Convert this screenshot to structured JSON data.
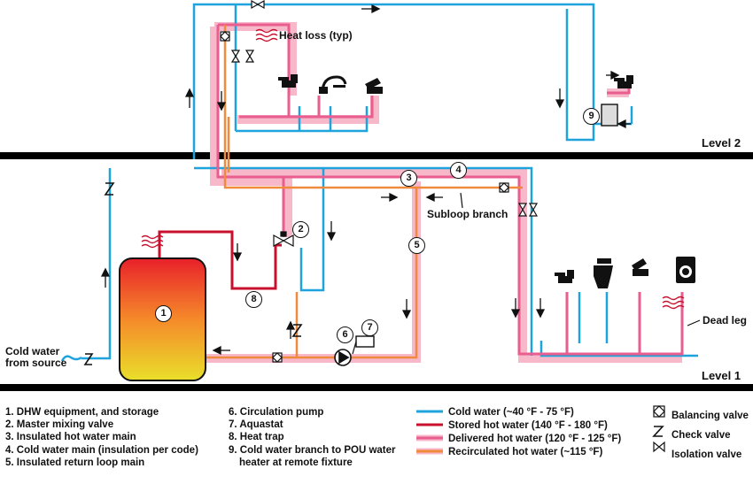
{
  "labels": {
    "heat_loss": "Heat loss (typ)",
    "subloop_branch": "Subloop branch",
    "dead_leg": "Dead leg",
    "cold_water_source_line1": "Cold water",
    "cold_water_source_line2": "from source",
    "level_2": "Level 2",
    "level_1": "Level 1"
  },
  "callouts": [
    "1",
    "2",
    "3",
    "4",
    "5",
    "6",
    "7",
    "8",
    "9"
  ],
  "legend_components": [
    "1. DHW equipment, and storage",
    "2. Master mixing valve",
    "3. Insulated hot water main",
    "4. Cold water main (insulation per code)",
    "5. Insulated return loop main",
    "6. Circulation pump",
    "7. Aquastat",
    "8. Heat trap",
    "9. Cold water branch to POU water",
    "heater at remote fixture"
  ],
  "legend_pipes": [
    {
      "label": "Cold water (~40 °F - 75 °F)",
      "color": "#1ea3dc"
    },
    {
      "label": "Stored hot water (140 °F - 180 °F)",
      "color": "#c8102e"
    },
    {
      "label": "Delivered hot water (120 °F - 125 °F)",
      "color": "#ea5d8f"
    },
    {
      "label": "Recirculated hot water (~115 °F)",
      "color": "#f08a3c"
    }
  ],
  "legend_symbols": [
    {
      "label": "Balancing valve",
      "icon": "balancing-valve"
    },
    {
      "label": "Check valve",
      "icon": "check-valve"
    },
    {
      "label": "Isolation valve",
      "icon": "isolation-valve"
    }
  ],
  "colors": {
    "cold": "#1ea3dc",
    "stored": "#c8102e",
    "delivered": "#ea5d8f",
    "recirculated": "#f08a3c",
    "insulation": "#f7b8c9",
    "floor": "#000000"
  }
}
